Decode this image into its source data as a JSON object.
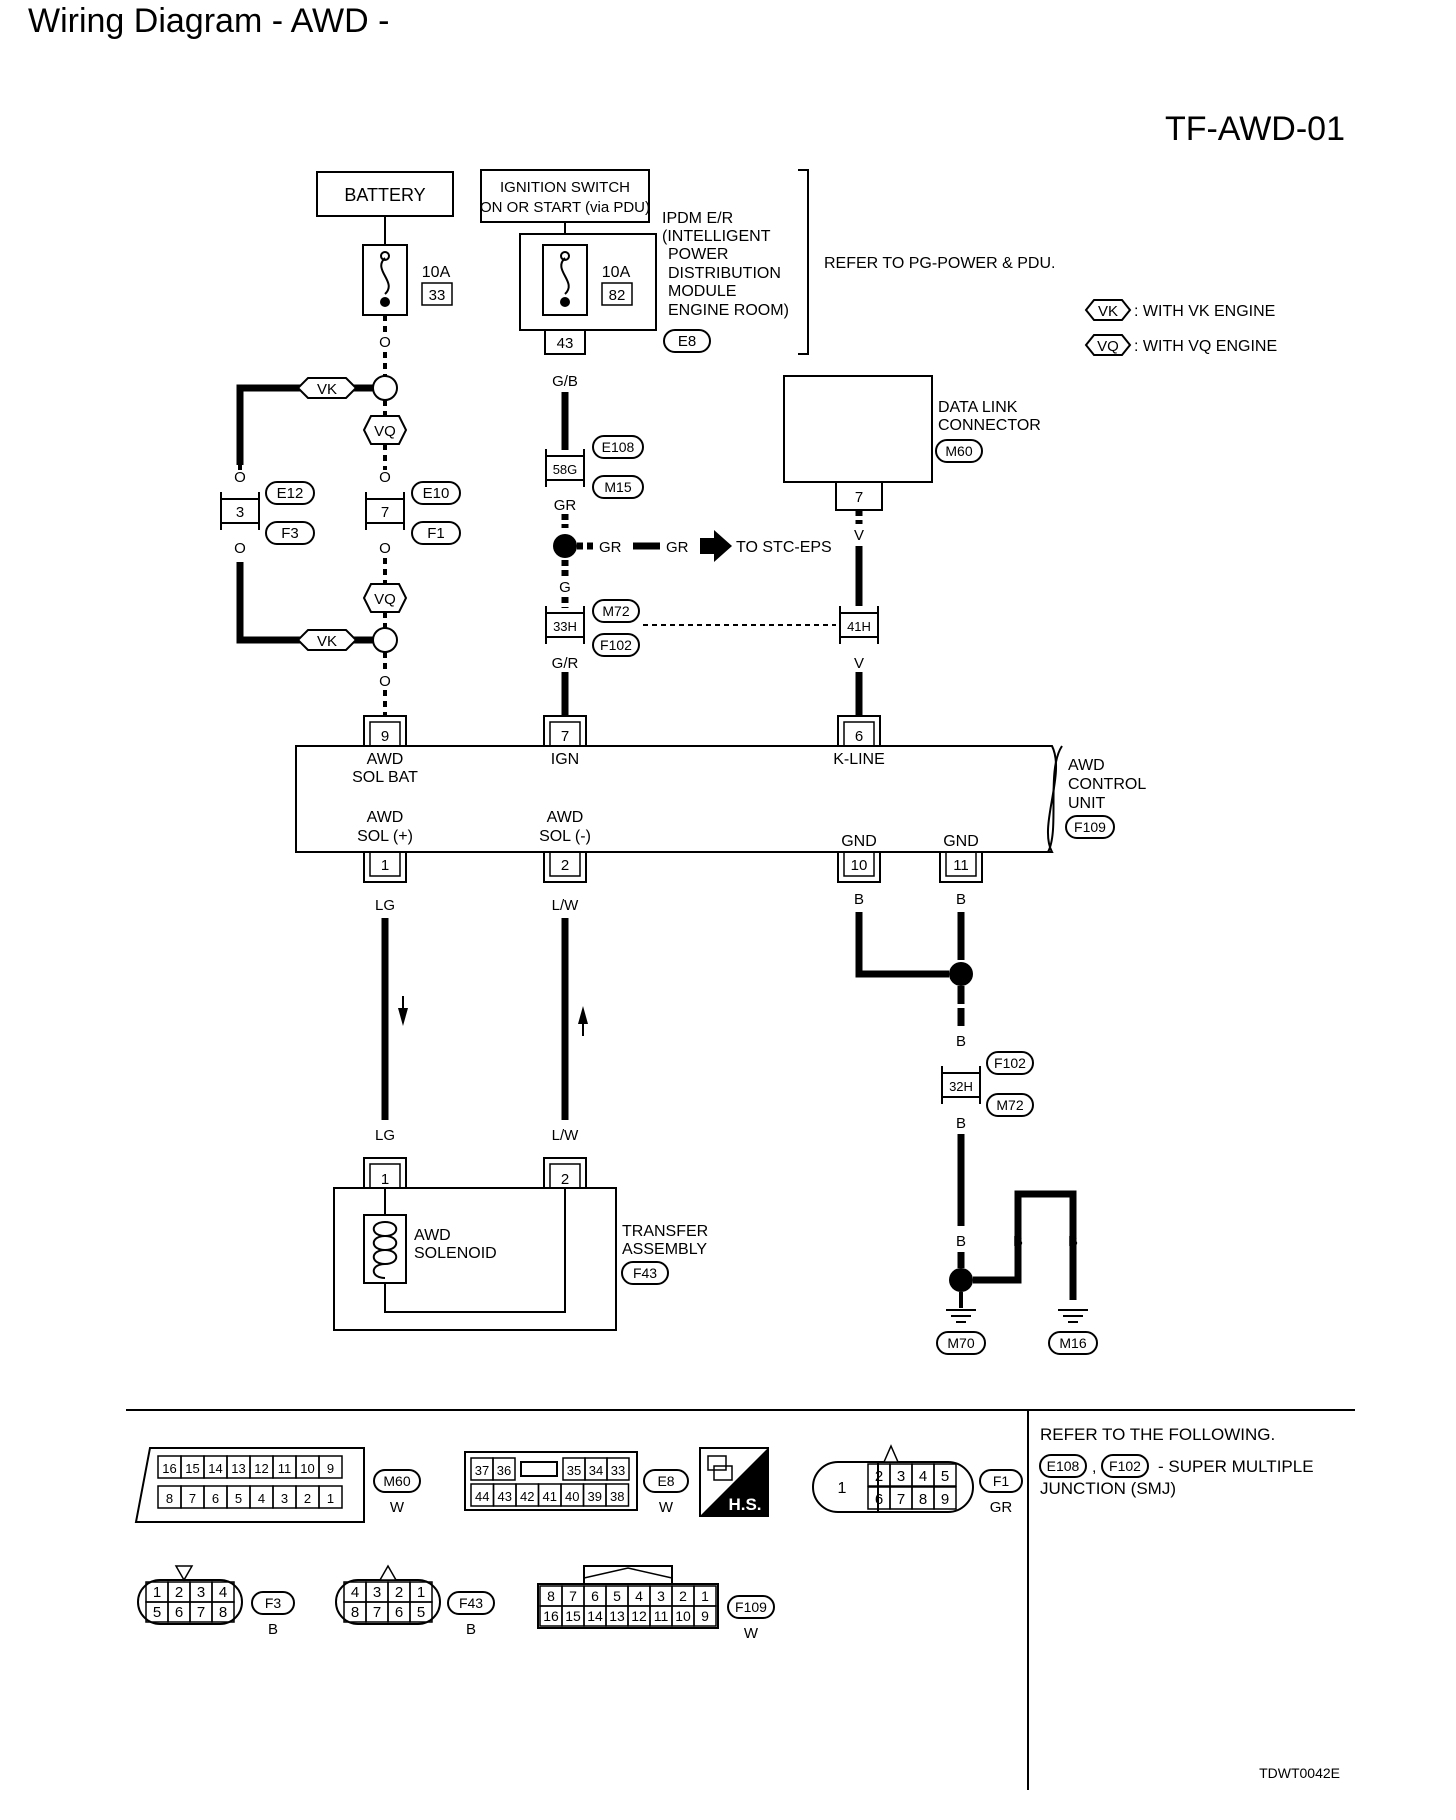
{
  "page_title": "Wiring Diagram - AWD -",
  "diagram_code": "TF-AWD-01",
  "image_code": "TDWT0042E",
  "battery": {
    "label": "BATTERY",
    "fuse_rating": "10A",
    "fuse_number": "33"
  },
  "ignition": {
    "label_line1": "IGNITION SWITCH",
    "label_line2": "ON OR START (via PDU)",
    "fuse_rating": "10A",
    "fuse_number": "82",
    "terminal": "43",
    "ipdm_lines": [
      "IPDM E/R",
      "(INTELLIGENT",
      "POWER",
      "DISTRIBUTION",
      "MODULE",
      "ENGINE ROOM)"
    ],
    "ipdm_connector": "E8",
    "refer_text": "REFER TO PG-POWER & PDU."
  },
  "legend": [
    {
      "code": "VK",
      "text": ": WITH VK ENGINE"
    },
    {
      "code": "VQ",
      "text": ": WITH VQ ENGINE"
    }
  ],
  "data_link": {
    "lines": [
      "DATA LINK",
      "CONNECTOR"
    ],
    "connector": "M60",
    "terminal": "7"
  },
  "wire_colors": {
    "o": "O",
    "gb": "G/B",
    "gr": "GR",
    "g": "G",
    "gr_r": "G/R",
    "v": "V",
    "lg": "LG",
    "lw": "L/W",
    "b": "B"
  },
  "connectors": {
    "e12": "E12",
    "f3": "F3",
    "e10": "E10",
    "f1": "F1",
    "e108": "E108",
    "m15": "M15",
    "m72": "M72",
    "f102": "F102",
    "pin_3": "3",
    "pin_7": "7",
    "pin_58g": "58G",
    "pin_33h": "33H",
    "pin_41h": "41H",
    "pin_32h": "32H"
  },
  "stc_eps": "TO STC-EPS",
  "control_unit": {
    "lines": [
      "AWD",
      "CONTROL",
      "UNIT"
    ],
    "connector": "F109",
    "terminals_top": [
      {
        "pin": "9",
        "label1": "AWD",
        "label2": "SOL BAT"
      },
      {
        "pin": "7",
        "label1": "IGN",
        "label2": ""
      },
      {
        "pin": "6",
        "label1": "K-LINE",
        "label2": ""
      }
    ],
    "terminals_bottom": [
      {
        "pin": "1",
        "label1": "AWD",
        "label2": "SOL (+)"
      },
      {
        "pin": "2",
        "label1": "AWD",
        "label2": "SOL (-)"
      },
      {
        "pin": "10",
        "label1": "GND",
        "label2": ""
      },
      {
        "pin": "11",
        "label1": "GND",
        "label2": ""
      }
    ]
  },
  "transfer": {
    "solenoid_lines": [
      "AWD",
      "SOLENOID"
    ],
    "assembly_lines": [
      "TRANSFER",
      "ASSEMBLY"
    ],
    "connector": "F43",
    "pin1": "1",
    "pin2": "2"
  },
  "grounds": [
    "M70",
    "M16"
  ],
  "connector_views": {
    "m60": {
      "id": "M60",
      "color": "W",
      "top": [
        "16",
        "15",
        "14",
        "13",
        "12",
        "11",
        "10",
        "9"
      ],
      "bottom": [
        "8",
        "7",
        "6",
        "5",
        "4",
        "3",
        "2",
        "1"
      ]
    },
    "e8": {
      "id": "E8",
      "color": "W",
      "top": [
        "37",
        "36",
        "",
        "35",
        "34",
        "33"
      ],
      "bottom": [
        "44",
        "43",
        "42",
        "41",
        "40",
        "39",
        "38"
      ]
    },
    "hs": "H.S.",
    "f1": {
      "id": "F1",
      "color": "GR",
      "single": "1",
      "top": [
        "2",
        "3",
        "4",
        "5"
      ],
      "bottom": [
        "6",
        "7",
        "8",
        "9"
      ]
    },
    "f3": {
      "id": "F3",
      "color": "B",
      "top": [
        "1",
        "2",
        "3",
        "4"
      ],
      "bottom": [
        "5",
        "6",
        "7",
        "8"
      ]
    },
    "f43": {
      "id": "F43",
      "color": "B",
      "top": [
        "4",
        "3",
        "2",
        "1"
      ],
      "bottom": [
        "8",
        "7",
        "6",
        "5"
      ]
    },
    "f109": {
      "id": "F109",
      "color": "W",
      "top": [
        "8",
        "7",
        "6",
        "5",
        "4",
        "3",
        "2",
        "1"
      ],
      "bottom": [
        "16",
        "15",
        "14",
        "13",
        "12",
        "11",
        "10",
        "9"
      ]
    }
  },
  "refer_box": {
    "line1": "REFER TO THE FOLLOWING.",
    "conn1": "E108",
    "sep": ",",
    "conn2": "F102",
    "text2": "- SUPER MULTIPLE",
    "text3": "JUNCTION (SMJ)"
  }
}
